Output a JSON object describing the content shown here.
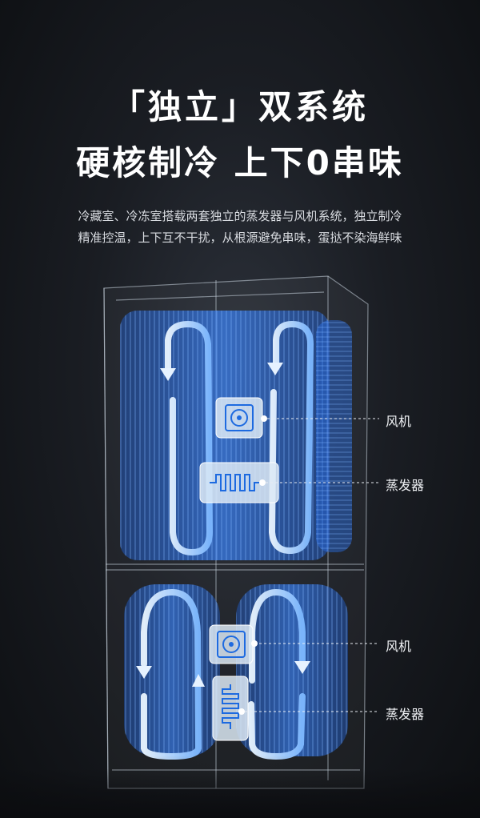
{
  "title": {
    "line1": "「独立」双系统",
    "line2": "硬核制冷 上下0串味"
  },
  "description": {
    "line1": "冷藏室、冷冻室搭载两套独立的蒸发器与风机系统，独立制冷",
    "line2": "精准控温，上下互不干扰，从根源避免串味，蛋挞不染海鲜味"
  },
  "labels": {
    "upper_fan": "风机",
    "upper_evaporator": "蒸发器",
    "lower_fan": "风机",
    "lower_evaporator": "蒸发器"
  },
  "colors": {
    "accent_blue": "#3d8cff",
    "light_blue": "#bfe0ff",
    "background": "#1a1d23"
  }
}
